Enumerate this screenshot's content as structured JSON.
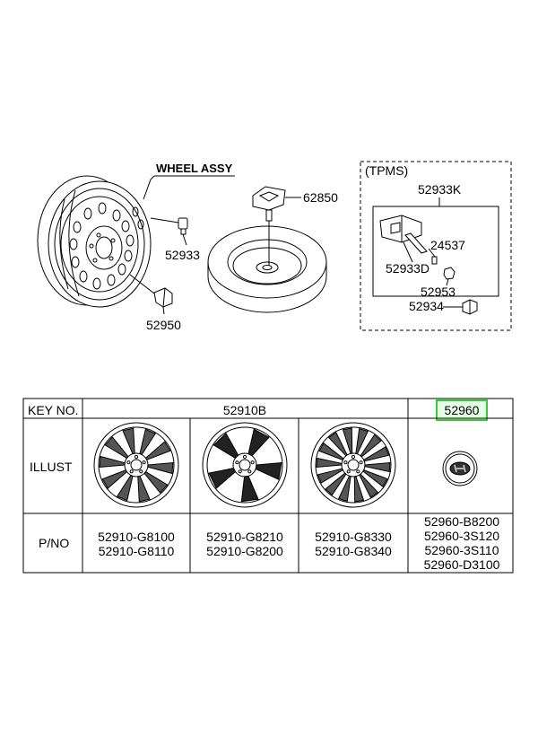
{
  "diagram": {
    "wheel_assy_label": "WHEEL ASSY",
    "tpms_label": "(TPMS)",
    "callouts": {
      "c62850": "62850",
      "c52933": "52933",
      "c52950": "52950",
      "c52933K": "52933K",
      "c24537": "24537",
      "c52933D": "52933D",
      "c52953": "52953",
      "c52934": "52934"
    }
  },
  "table": {
    "row_headers": {
      "key_no": "KEY NO.",
      "illust": "ILLUST",
      "pno": "P/NO"
    },
    "key_group": "52910B",
    "key_cap": "52960",
    "highlight_color": "#33cc33",
    "highlight_fill": "#e6ffe6",
    "columns": [
      {
        "pno": [
          "52910-G8100",
          "52910-G8110"
        ]
      },
      {
        "pno": [
          "52910-G8210",
          "52910-G8200"
        ]
      },
      {
        "pno": [
          "52910-G8330",
          "52910-G8340"
        ]
      },
      {
        "pno": [
          "52960-B8200",
          "52960-3S120",
          "52960-3S110",
          "52960-D3100"
        ]
      }
    ]
  }
}
